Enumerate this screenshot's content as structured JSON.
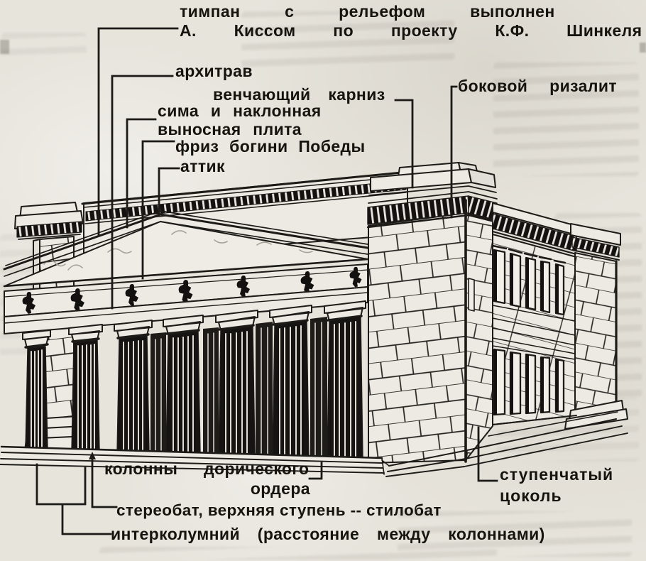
{
  "colors": {
    "paper": "#e7e4dc",
    "ink": "#1b1a17"
  },
  "callouts": {
    "tympanum": {
      "line1": "тимпан с рельефом выполнен",
      "line2": "А. Киссом по проекту К.Ф. Шинкеля"
    },
    "architrave": "архитрав",
    "crowning_cornice": "венчающий карниз",
    "sima": {
      "line1": "сима и наклонная",
      "line2": "выносная плита"
    },
    "victory_frieze": "фриз богини Победы",
    "attic": "аттик",
    "side_risalit": "боковой ризалит",
    "doric_columns": {
      "line1": "колонны дорического",
      "line2": "ордера"
    },
    "stepped_socle": {
      "line1": "ступенчатый",
      "line2": "цоколь"
    },
    "stereobate": "стереобат, верхняя ступень -- стилобат",
    "intercolumnium": "интерколумний (расстояние между колоннами)"
  }
}
